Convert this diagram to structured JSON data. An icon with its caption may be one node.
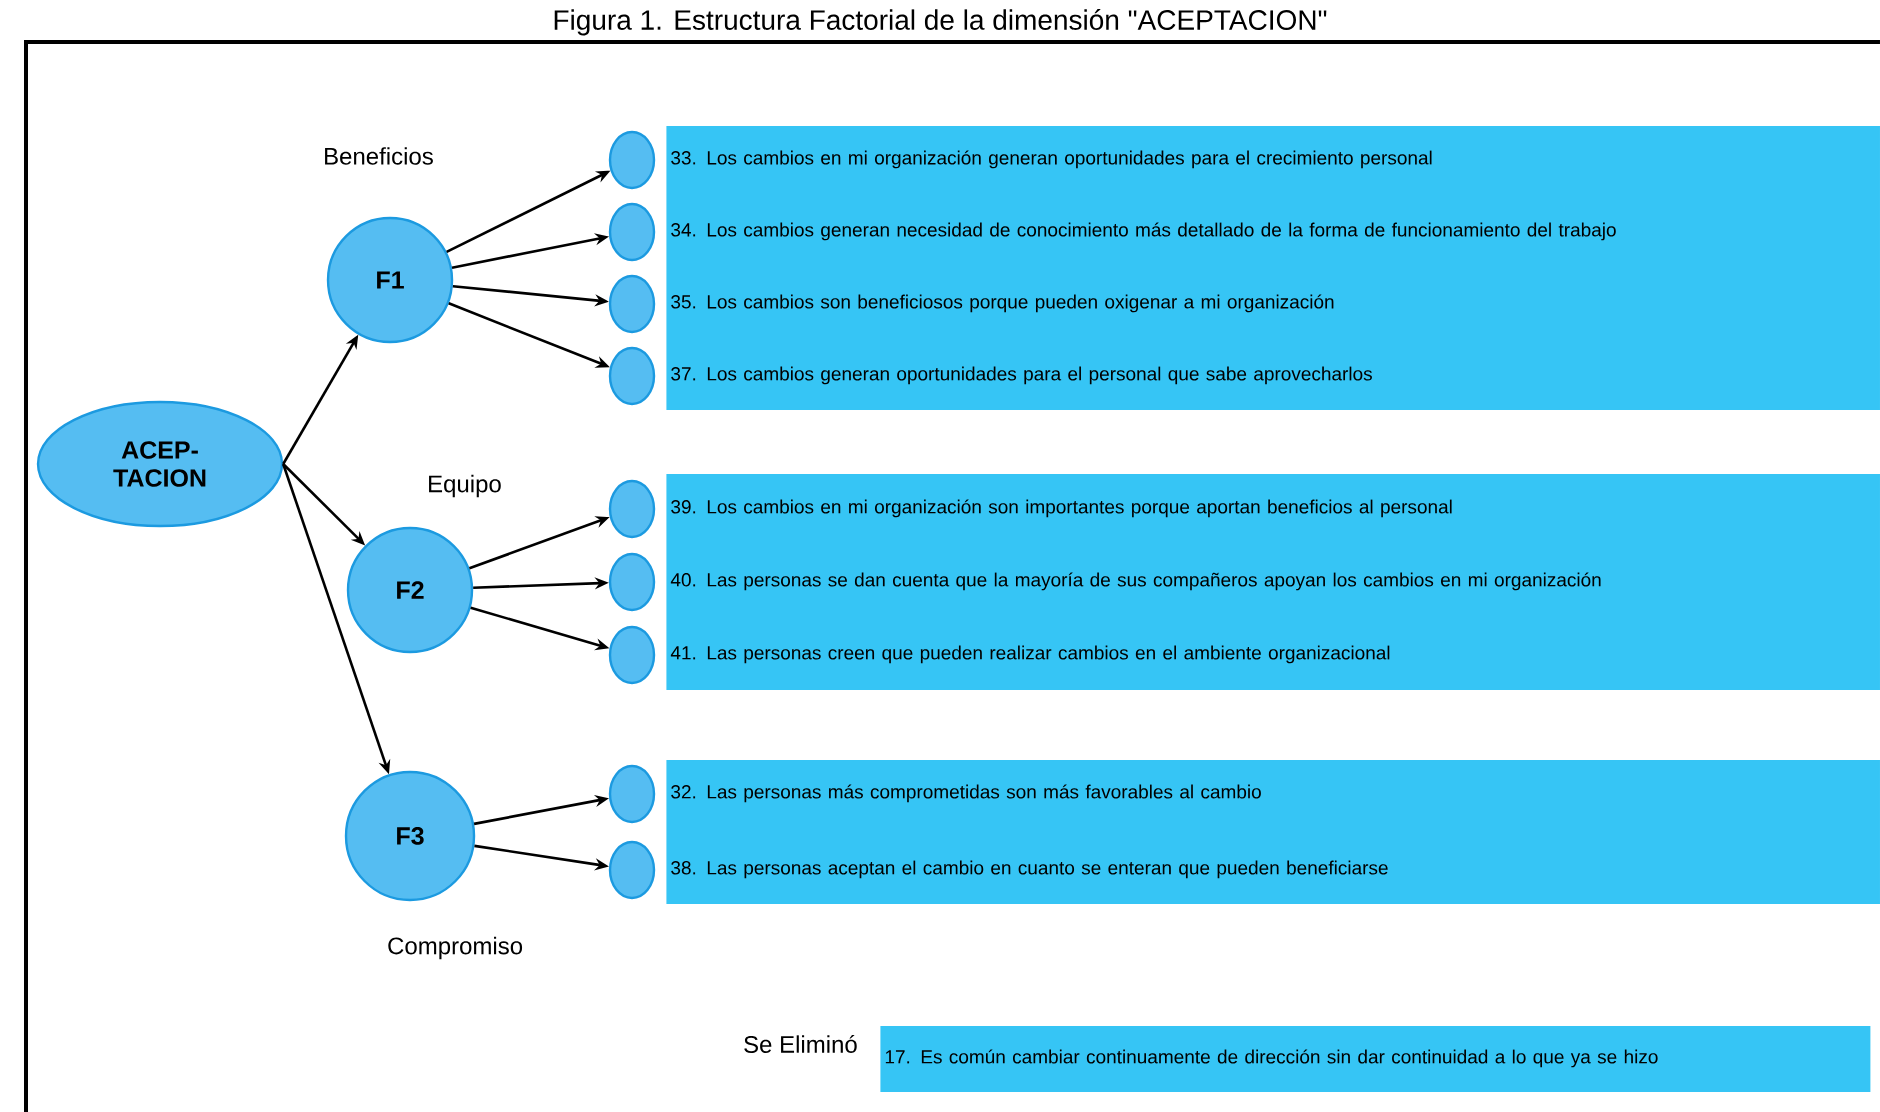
{
  "diagram": {
    "title": "Figura 1. Estructura Factorial de la dimensión \"ACEPTACION\"",
    "nodes": [
      {
        "text": [
          "ACEP- TACION"
        ]
      },
      {
        "text": [
          "F1"
        ],
        "beside": [
          "Beneficios"
        ]
      },
      {
        "text": [
          "F2"
        ],
        "beside": [
          "Equipo"
        ]
      },
      {
        "text": [
          "F3"
        ],
        "beside": [
          "Compromiso"
        ]
      },
      {
        "text": [],
        "shape": "circle"
      },
      {
        "text": [],
        "shape": "circle"
      },
      {
        "text": [],
        "shape": "circle"
      },
      {
        "text": [],
        "shape": "circle"
      },
      {
        "text": [],
        "shape": "circle"
      },
      {
        "text": [],
        "shape": "circle"
      },
      {
        "text": [],
        "shape": "circle"
      },
      {
        "text": [],
        "shape": "circle"
      },
      {
        "text": [],
        "shape": "circle"
      },
      {
        "text": [
          "33. Los cambios en mi organización generan oportunidades para el crecimiento personal",
          "34. Los cambios generan necesidad de conocimiento más detallado de la forma de funcionamiento del trabajo",
          "35. Los cambios son beneficiosos porque pueden oxigenar a mi organización",
          "37. Los cambios generan oportunidades para el personal que sabe aprovecharlos"
        ]
      },
      {
        "text": [
          "39. Los cambios en mi organización son importantes porque aportan beneficios al personal",
          "40. Las personas se dan cuenta que la mayoría de sus compañeros apoyan los cambios en mi organización",
          "41. Las personas creen que pueden realizar cambios en el ambiente organizacional"
        ]
      },
      {
        "text": [
          "32. Las personas más comprometidas son más favorables al cambio",
          "38. Las personas aceptan el cambio en cuanto se enteran que pueden beneficiarse"
        ]
      },
      {
        "text": [
          "17. Es común cambiar continuamente de dirección sin dar continuidad a lo que ya se hizo"
        ],
        "beside": [
          "Se Eliminó"
        ]
      }
    ],
    "edges": [
      {
        "from": 0,
        "to": 1,
        "arrow": "to"
      },
      {
        "from": 0,
        "to": 2,
        "arrow": "to"
      },
      {
        "from": 0,
        "to": 3,
        "arrow": "to"
      },
      {
        "from": 1,
        "to": 4,
        "arrow": "to"
      },
      {
        "from": 1,
        "to": 5,
        "arrow": "to"
      },
      {
        "from": 1,
        "to": 6,
        "arrow": "to"
      },
      {
        "from": 1,
        "to": 7,
        "arrow": "to"
      },
      {
        "from": 2,
        "to": 8,
        "arrow": "to"
      },
      {
        "from": 2,
        "to": 9,
        "arrow": "to"
      },
      {
        "from": 2,
        "to": 10,
        "arrow": "to"
      },
      {
        "from": 3,
        "to": 11,
        "arrow": "to"
      },
      {
        "from": 3,
        "to": 12,
        "arrow": "to"
      }
    ]
  }
}
